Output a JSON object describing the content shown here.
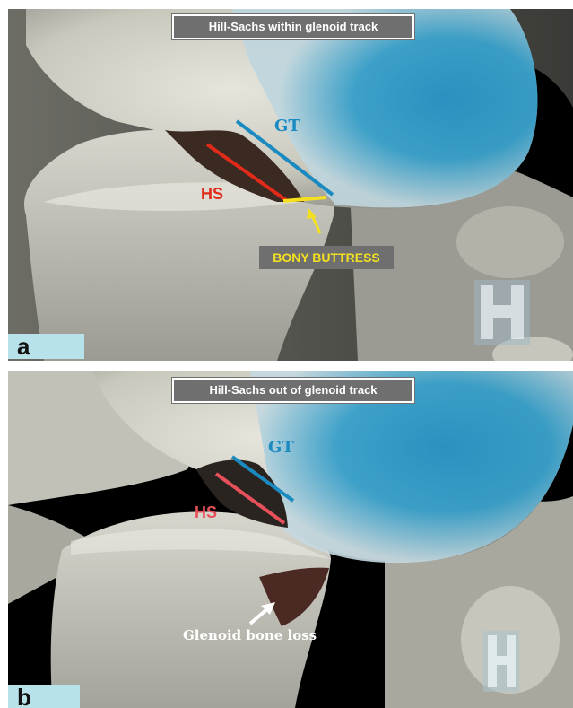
{
  "colors": {
    "glenoid_track": "#1a8ac0",
    "hill_sachs": "#e02a1a",
    "bony_buttress": "#f4e020",
    "hs_label_b": "#e8505a",
    "panel_letter_bg": "#b8e2ea",
    "title_bg": "#6f6f6f"
  },
  "panel_a": {
    "title": "Hill-Sachs within glenoid track",
    "letter": "a",
    "gt_label": "GT",
    "hs_label": "HS",
    "buttress_label": "BONY BUTTRESS",
    "logo_icon": "dh-logo-icon"
  },
  "panel_b": {
    "title": "Hill-Sachs out of glenoid track",
    "letter": "b",
    "gt_label": "GT",
    "hs_label": "HS",
    "bone_loss_label": "Glenoid bone loss",
    "logo_icon": "dh-logo-icon"
  }
}
